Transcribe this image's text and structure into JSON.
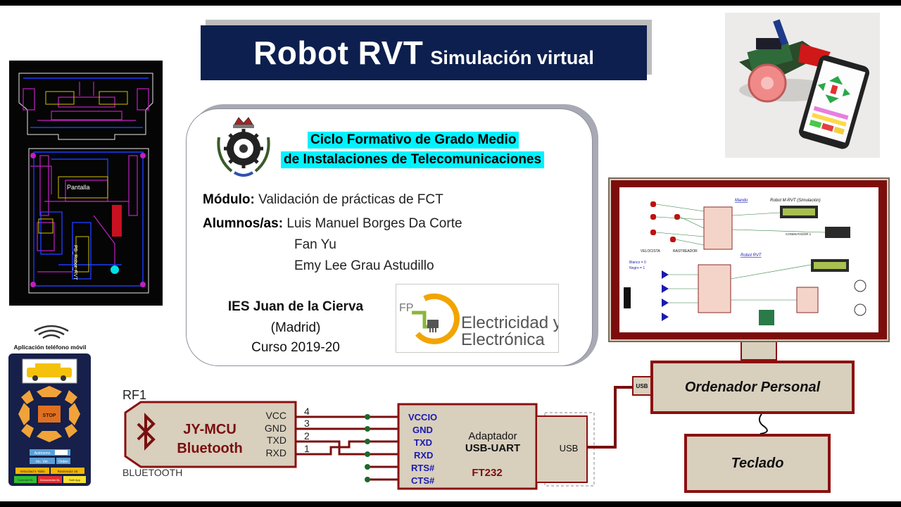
{
  "title": {
    "main": "Robot RVT",
    "sub": "Simulación virtual"
  },
  "info": {
    "cycle_line1": "Ciclo Formativo de Grado Medio",
    "cycle_line2": "de Instalaciones de Telecomunicaciones",
    "module_label": "Módulo:",
    "module_value": "Validación de prácticas de FCT",
    "students_label": "Alumnos/as:",
    "students": [
      "Luis Manuel Borges Da Corte",
      "Fan Yu",
      "Emy Lee Grau Astudillo"
    ],
    "school": "IES Juan de la Cierva",
    "city": "(Madrid)",
    "course": "Curso 2019-20"
  },
  "fp_logo": {
    "prefix": "FP",
    "line1": "Electricidad y",
    "line2": "Electrónica"
  },
  "pcb": {
    "label1": "Pantalla",
    "label2": "PB_Robot_RVT"
  },
  "phone_app": {
    "title": "Aplicación teléfono móvil",
    "stop": "STOP",
    "autonomous": "Autónomo",
    "inc_vel": "Inc. Vel.",
    "order": "Orden",
    "speed": "Velocidad 5 Tabla",
    "seeker": "Rastreador 25",
    "btn_green": "Conectar BL",
    "btn_red": "Desconectar BL",
    "btn_yellow": "Salir App"
  },
  "simulation": {
    "mando": "Mando",
    "title": "Robot M-RVT (Simulación)",
    "robot": "Robot RVT",
    "speed": "VELOCISTA",
    "tracker": "RASTREADOR",
    "commutator": "CONMUTADOR 1",
    "white": "Blanco = 0",
    "black": "Negro = 1"
  },
  "pc": {
    "usb": "USB",
    "label": "Ordenador Personal",
    "keyboard": "Teclado"
  },
  "bluetooth": {
    "ref": "RF1",
    "name1": "JY-MCU",
    "name2": "Bluetooth",
    "caption": "BLUETOOTH",
    "pins": [
      "VCC",
      "GND",
      "TXD",
      "RXD"
    ],
    "pin_numbers": [
      "4",
      "3",
      "2",
      "1"
    ]
  },
  "adapter": {
    "pins": [
      "VCCIO",
      "GND",
      "TXD",
      "RXD",
      "RTS#",
      "CTS#"
    ],
    "label1": "Adaptador",
    "label2": "USB-UART",
    "chip": "FT232",
    "usb": "USB"
  },
  "colors": {
    "title_bg": "#0c1f4e",
    "highlight": "#00f2ff",
    "wire": "#7a0f0f",
    "box_fill": "#d8cfbd",
    "box_border": "#8b1010",
    "pin_blue": "#1a1ab0"
  }
}
